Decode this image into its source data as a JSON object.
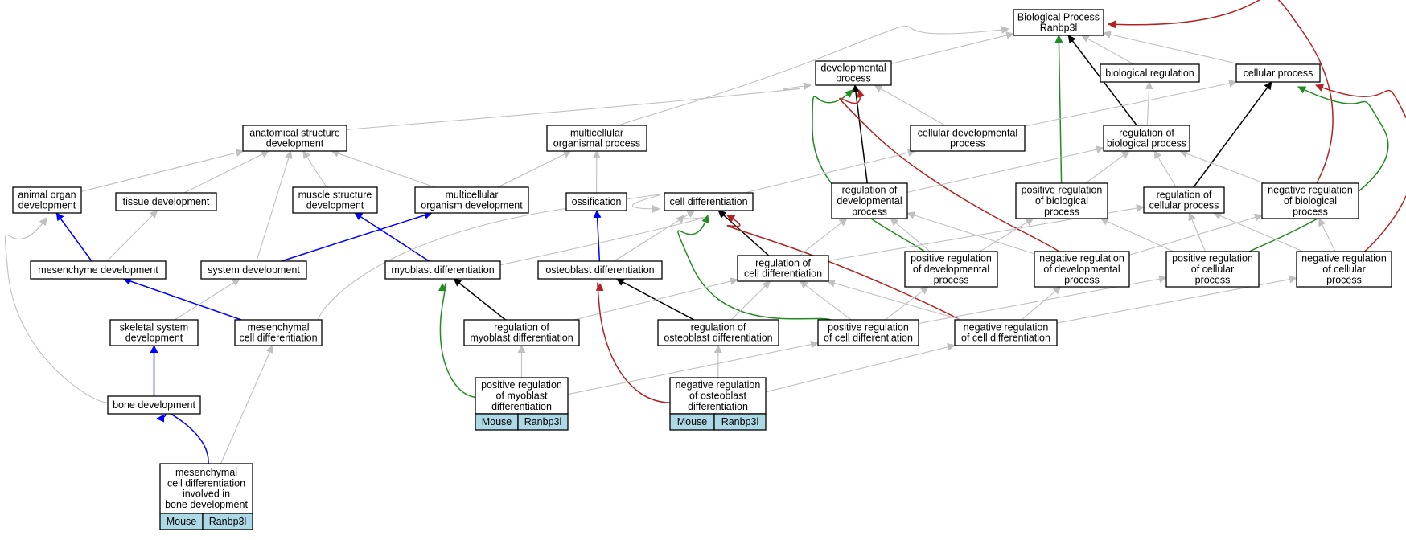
{
  "colors": {
    "gray": "#c0c0c0",
    "black": "#000000",
    "green": "#228b22",
    "red": "#b22222",
    "blue": "#0000ff",
    "annotation": "#add8e6"
  },
  "nodes": {
    "bp": [
      "Biological Process",
      "Ranbp3l"
    ],
    "dev": [
      "developmental",
      "process"
    ],
    "bioreg": [
      "biological regulation"
    ],
    "cellproc": [
      "cellular process"
    ],
    "asd": [
      "anatomical structure",
      "development"
    ],
    "mop": [
      "multicellular",
      "organismal process"
    ],
    "cdp": [
      "cellular developmental",
      "process"
    ],
    "rbp": [
      "regulation of",
      "biological process"
    ],
    "aod": [
      "animal organ",
      "development"
    ],
    "tissue": [
      "tissue development"
    ],
    "msd": [
      "muscle structure",
      "development"
    ],
    "mod": [
      "multicellular",
      "organism development"
    ],
    "ossif": [
      "ossification"
    ],
    "celldiff": [
      "cell differentiation"
    ],
    "rdp": [
      "regulation of",
      "developmental",
      "process"
    ],
    "prbp": [
      "positive regulation",
      "of biological",
      "process"
    ],
    "rcp": [
      "regulation of",
      "cellular process"
    ],
    "nrbp": [
      "negative regulation",
      "of biological",
      "process"
    ],
    "mesdev": [
      "mesenchyme development"
    ],
    "sysdev": [
      "system development"
    ],
    "myodiff": [
      "myoblast differentiation"
    ],
    "ostdiff": [
      "osteoblast differentiation"
    ],
    "rcd": [
      "regulation of",
      "cell differentiation"
    ],
    "prdp": [
      "positive regulation",
      "of developmental",
      "process"
    ],
    "nrdp": [
      "negative regulation",
      "of developmental",
      "process"
    ],
    "prcp": [
      "positive regulation",
      "of cellular",
      "process"
    ],
    "nrcp": [
      "negative regulation",
      "of cellular",
      "process"
    ],
    "ssd": [
      "skeletal system",
      "development"
    ],
    "mescd": [
      "mesenchymal",
      "cell differentiation"
    ],
    "rmd": [
      "regulation of",
      "myoblast differentiation"
    ],
    "rod": [
      "regulation of",
      "osteoblast differentiation"
    ],
    "prcd": [
      "positive regulation",
      "of cell differentiation"
    ],
    "nrcd": [
      "negative regulation",
      "of cell differentiation"
    ],
    "bonedev": [
      "bone development"
    ],
    "prmd": [
      "positive regulation",
      "of myoblast",
      "differentiation"
    ],
    "nrod": [
      "negative regulation",
      "of osteoblast",
      "differentiation"
    ],
    "mcdbone": [
      "mesenchymal",
      "cell differentiation",
      "involved in",
      "bone development"
    ]
  },
  "annotations": {
    "prmd": [
      "Mouse",
      "Ranbp3l"
    ],
    "nrod": [
      "Mouse",
      "Ranbp3l"
    ],
    "mcdbone": [
      "Mouse",
      "Ranbp3l"
    ]
  }
}
